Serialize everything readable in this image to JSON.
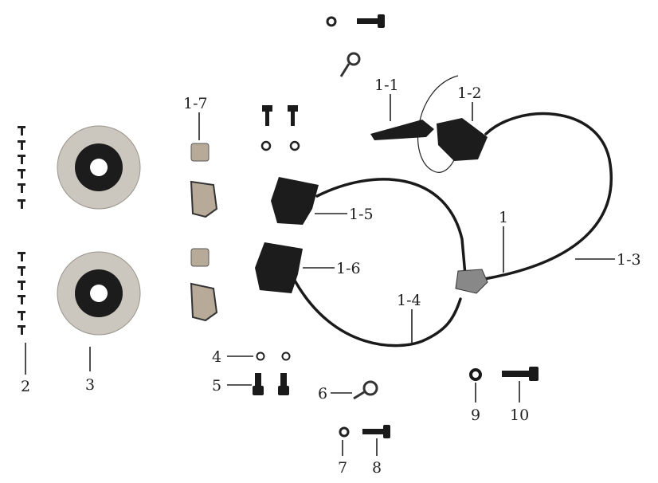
{
  "diagram": {
    "title": "Brake system exploded parts diagram",
    "labels": {
      "p1_1": "1-1",
      "p1_2": "1-2",
      "p1_7": "1-7",
      "p1_5": "1-5",
      "p1_6": "1-6",
      "p1": "1",
      "p1_3": "1-3",
      "p1_4": "1-4",
      "p2": "2",
      "p3": "3",
      "p4": "4",
      "p5": "5",
      "p6": "6",
      "p7": "7",
      "p8": "8",
      "p9": "9",
      "p10": "10"
    },
    "colors": {
      "part": "#1a1a1a",
      "disc": "#c9c4bc",
      "pad": "#b8aa98",
      "line": "#222222"
    }
  }
}
